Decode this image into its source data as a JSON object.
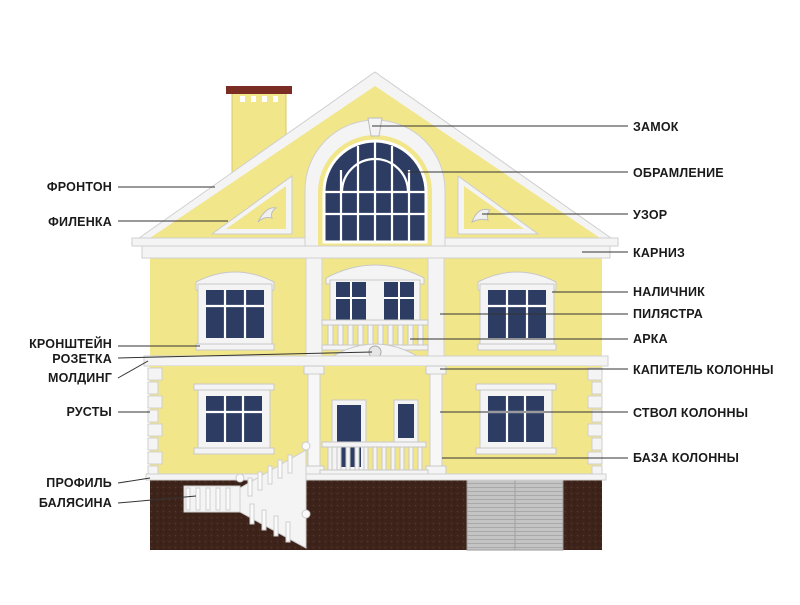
{
  "labels": {
    "zamok": "ЗАМОК",
    "obramlenie": "ОБРАМЛЕНИЕ",
    "uzor": "УЗОР",
    "karniz": "КАРНИЗ",
    "nalichnik": "НАЛИЧНИК",
    "pilyastra": "ПИЛЯСТРА",
    "arka": "АРКА",
    "kapitel": "КАПИТЕЛЬ КОЛОННЫ",
    "stvol": "СТВОЛ КОЛОННЫ",
    "baza": "БАЗА КОЛОННЫ",
    "fronton": "ФРОНТОН",
    "filenka": "ФИЛЕНКА",
    "kronshtein": "КРОНШТЕЙН",
    "rozetka": "РОЗЕТКА",
    "molding": "МОЛДИНГ",
    "rusty": "РУСТЫ",
    "profil": "ПРОФИЛЬ",
    "balyasina": "БАЛЯСИНА"
  },
  "colors": {
    "wall": "#f2e68a",
    "wall_shade": "#e8d86f",
    "trim": "#f4f4f4",
    "trim_shadow": "#c9c9c9",
    "glass": "#2d3c63",
    "roof_chimney_cap": "#7a2d22",
    "foundation": "#3e231a",
    "garage": "#b9b9b9",
    "leader_line": "#333333"
  }
}
